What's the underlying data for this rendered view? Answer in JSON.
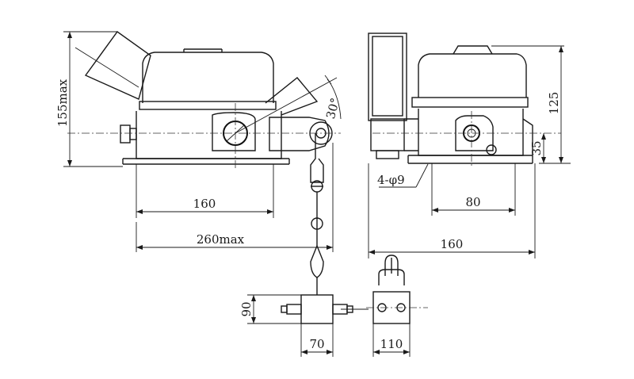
{
  "dimensions": {
    "height_max": "155max",
    "angle": "30°",
    "base_length_front": "160",
    "overall_length": "260max",
    "height_side": "125",
    "shaft_height": "35",
    "mount_holes": "4-φ9",
    "hole_spacing": "80",
    "base_length_side": "160",
    "weight_height": "90",
    "weight_width": "70",
    "weight_side_width": "110"
  }
}
